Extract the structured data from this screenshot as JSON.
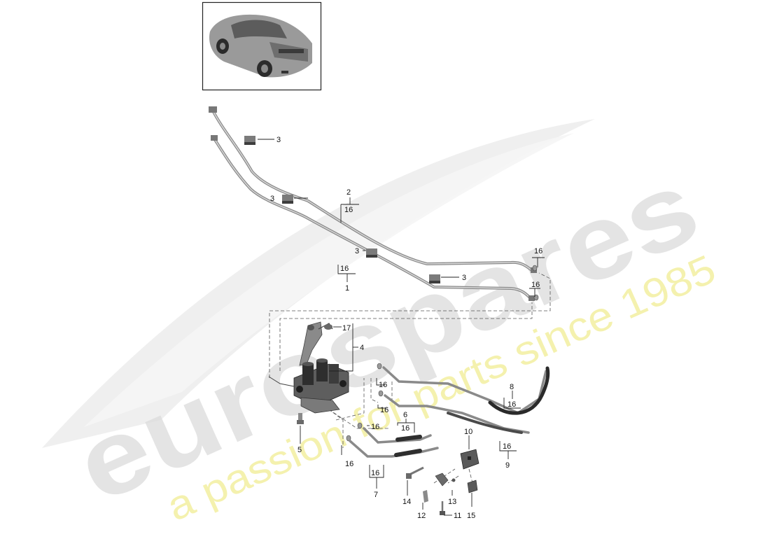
{
  "watermark": {
    "brand": "eurospares",
    "tagline": "a passion for parts since 1985",
    "brand_color": "#dcdcdc",
    "tagline_color": "#f2ee9a"
  },
  "thumbnail": {
    "icon": "car-rear-three-quarter-icon"
  },
  "callouts": {
    "c1": "1",
    "c2": "2",
    "c3a": "3",
    "c3b": "3",
    "c3c": "3",
    "c3d": "3",
    "c4": "4",
    "c5": "5",
    "c6": "6",
    "c7": "7",
    "c8": "8",
    "c9": "9",
    "c10": "10",
    "c11": "11",
    "c12": "12",
    "c13": "13",
    "c14": "14",
    "c15": "15",
    "c16_2": "16",
    "c16_1": "16",
    "c16_r1": "16",
    "c16_r2": "16",
    "c16_a": "16",
    "c16_b": "16",
    "c16_c": "16",
    "c16_d": "16",
    "c16_6": "16",
    "c16_7": "16",
    "c16_8": "16",
    "c16_9": "16",
    "c17": "17"
  },
  "colors": {
    "line": "#333333",
    "pipe": "#8a8a8a",
    "part": "#6a6a6a",
    "part_dark": "#2e2e2e"
  }
}
